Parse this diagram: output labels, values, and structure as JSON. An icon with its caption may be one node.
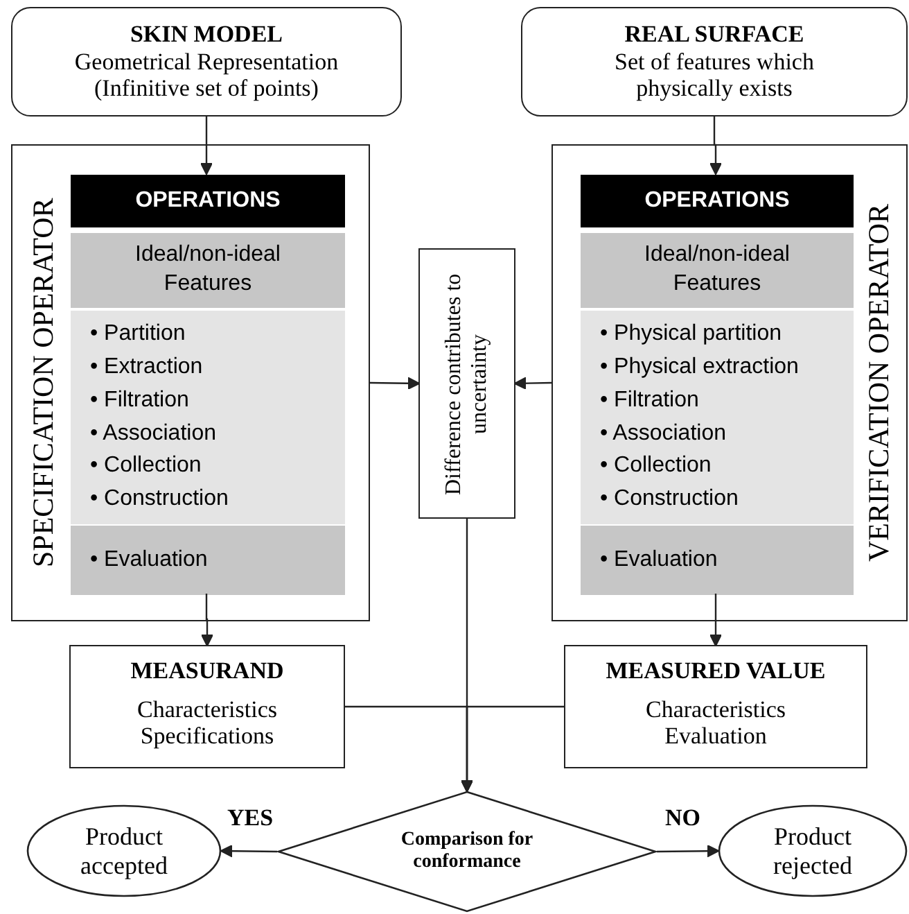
{
  "diagram": {
    "nodes": [
      {
        "text": [
          "SKIN MODEL",
          "Geometrical Representation (Infinitive set of points)"
        ]
      },
      {
        "text": [
          "REAL SURFACE",
          "Set of features which physically exists"
        ]
      },
      {
        "text": [
          "SPECIFICATION OPERATOR"
        ]
      },
      {
        "text": [
          "OPERATIONS"
        ],
        "in": 2
      },
      {
        "text": [
          "Ideal/non-ideal Features"
        ],
        "in": 2
      },
      {
        "text": [
          "• Partition",
          "• Extraction",
          "• Filtration",
          "• Association",
          "• Collection",
          "• Construction"
        ],
        "in": 2
      },
      {
        "text": [
          "• Evaluation"
        ],
        "in": 2
      },
      {
        "text": [
          "VERIFICATION OPERATOR"
        ]
      },
      {
        "text": [
          "OPERATIONS"
        ],
        "in": 7
      },
      {
        "text": [
          "Ideal/non-ideal Features"
        ],
        "in": 7
      },
      {
        "text": [
          "• Physical partition",
          "• Physical extraction",
          "• Filtration",
          "• Association",
          "• Collection",
          "• Construction"
        ],
        "in": 7
      },
      {
        "text": [
          "• Evaluation"
        ],
        "in": 7
      },
      {
        "text": [
          "Difference contributes to uncertainty"
        ]
      },
      {
        "text": [
          "MEASURAND",
          "Characteristics Specifications"
        ]
      },
      {
        "text": [
          "MEASURED VALUE",
          "Characteristics Evaluation"
        ]
      },
      {
        "text": [
          "Comparison for conformance"
        ]
      },
      {
        "text": [
          "Product accepted"
        ]
      },
      {
        "text": [
          "Product rejected"
        ]
      }
    ],
    "edges": [
      {
        "from": 0,
        "to": 3,
        "arrow": "to"
      },
      {
        "from": 1,
        "to": 8,
        "arrow": "to"
      },
      {
        "from": 2,
        "to": 12,
        "arrow": "to"
      },
      {
        "from": 7,
        "to": 12,
        "arrow": "to"
      },
      {
        "from": 6,
        "to": 13,
        "arrow": "to"
      },
      {
        "from": 11,
        "to": 14,
        "arrow": "to"
      },
      {
        "from": 12,
        "to": 15,
        "arrow": "to"
      },
      {
        "from": 13,
        "to": 15,
        "arrow": "to"
      },
      {
        "from": 14,
        "to": 15,
        "arrow": "to"
      },
      {
        "from": 15,
        "to": 16,
        "label": "YES",
        "arrow": "to"
      },
      {
        "from": 15,
        "to": 17,
        "label": "NO",
        "arrow": "to"
      }
    ]
  }
}
